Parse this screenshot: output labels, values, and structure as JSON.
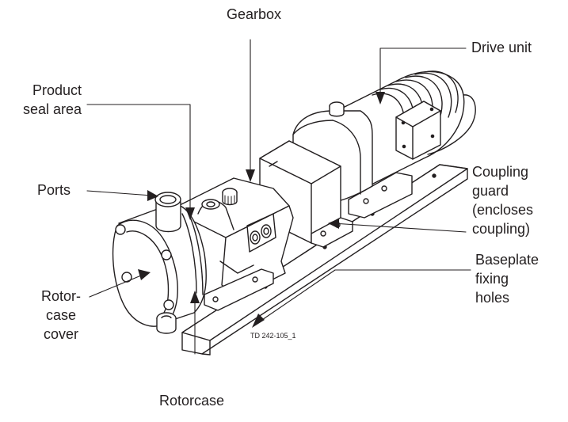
{
  "labels": {
    "gearbox": "Gearbox",
    "drive_unit": "Drive unit",
    "product_seal_area": [
      "Product",
      "seal area"
    ],
    "ports": "Ports",
    "coupling_guard": [
      "Coupling",
      "guard",
      "(encloses",
      "coupling)"
    ],
    "baseplate_fixing_holes": [
      "Baseplate",
      "fixing",
      "holes"
    ],
    "rotor_case_cover": [
      "Rotor-",
      "case",
      "cover"
    ],
    "rotorcase": "Rotorcase"
  },
  "figure_code": "TD 242-105_1",
  "colors": {
    "line": "#231f20",
    "fill": "#ffffff"
  }
}
